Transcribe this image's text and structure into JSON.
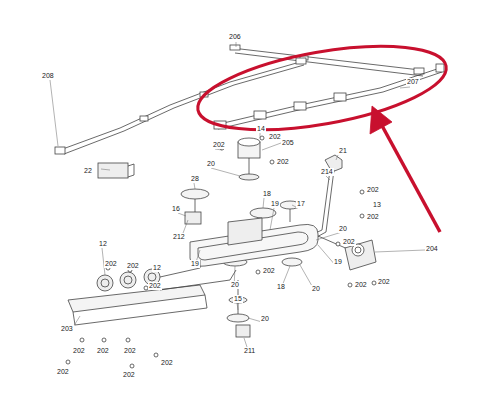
{
  "diagram": {
    "nodes": [],
    "edges": [],
    "labels": [
      "206",
      "208",
      "207",
      "14",
      "202",
      "205",
      "202",
      "20",
      "202",
      "21",
      "214",
      "22",
      "202",
      "13",
      "202",
      "28",
      "18",
      "16",
      "19",
      "17",
      "20",
      "212",
      "204",
      "202",
      "12",
      "202",
      "202",
      "12",
      "19",
      "202",
      "20",
      "202",
      "19",
      "18",
      "20",
      "202",
      "202",
      "15",
      "20",
      "211",
      "203",
      "202",
      "202",
      "202",
      "202",
      "202",
      "202"
    ]
  }
}
